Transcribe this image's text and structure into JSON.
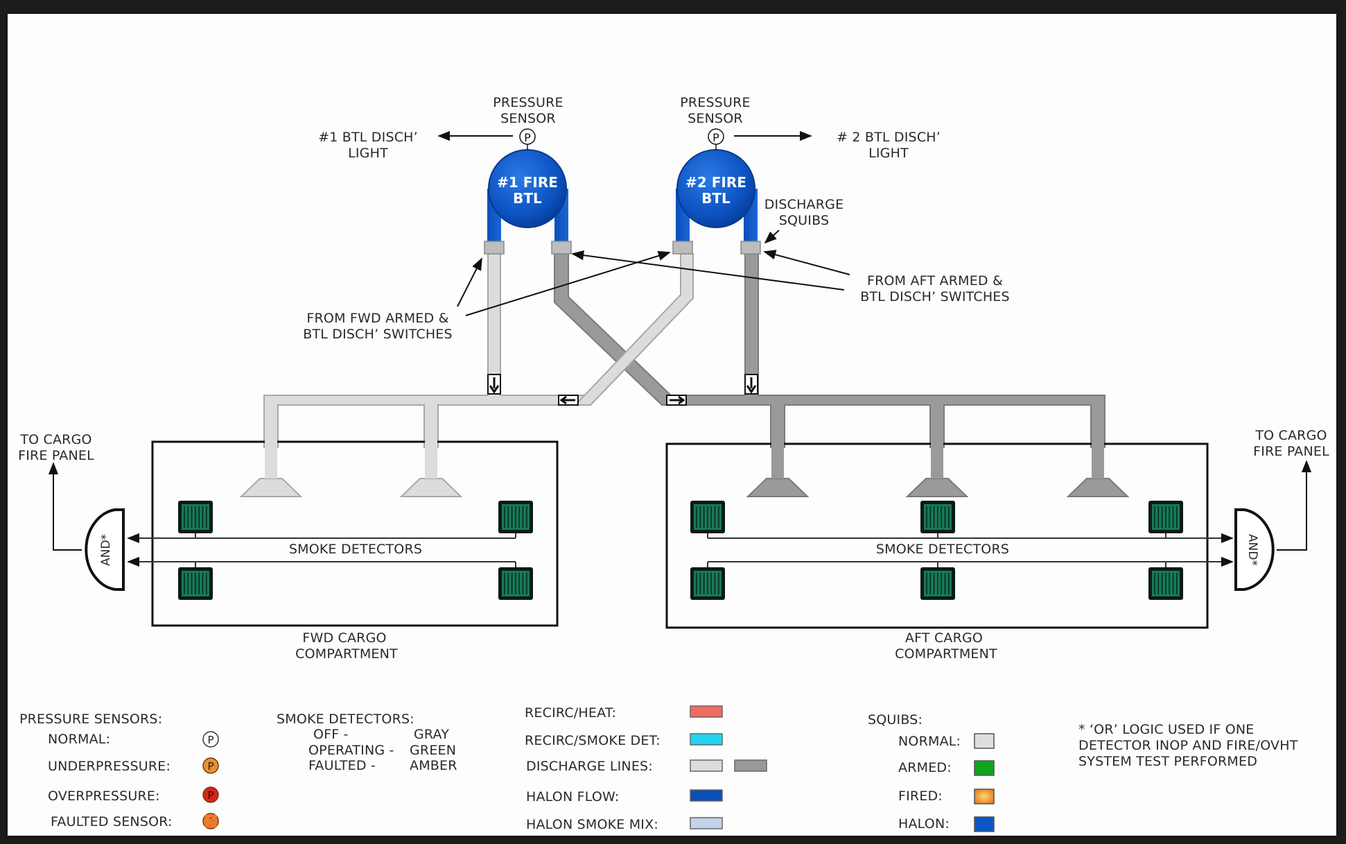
{
  "diagram": {
    "bottles": [
      {
        "line1": "#1 FIRE",
        "line2": "BTL"
      },
      {
        "line1": "#2 FIRE",
        "line2": "BTL"
      }
    ],
    "pressure_sensor_labels": [
      {
        "line1": "PRESSURE",
        "line2": "SENSOR"
      },
      {
        "line1": "PRESSURE",
        "line2": "SENSOR"
      }
    ],
    "sensor_symbol": "P",
    "disch_lights": [
      {
        "line1": "#1 BTL DISCH’",
        "line2": "LIGHT"
      },
      {
        "line1": "# 2  BTL DISCH’",
        "line2": "LIGHT"
      }
    ],
    "discharge_squibs": {
      "line1": "DISCHARGE",
      "line2": "SQUIBS"
    },
    "from_fwd": {
      "line1": "FROM FWD ARMED &",
      "line2": "BTL DISCH’ SWITCHES"
    },
    "from_aft": {
      "line1": "FROM AFT ARMED &",
      "line2": "BTL DISCH’ SWITCHES"
    },
    "to_cargo_left": {
      "line1": "TO CARGO",
      "line2": "FIRE PANEL"
    },
    "to_cargo_right": {
      "line1": "TO CARGO",
      "line2": "FIRE PANEL"
    },
    "and_gate_label": "AND*",
    "smoke_detectors_label": "SMOKE DETECTORS",
    "fwd_compartment": {
      "line1": "FWD CARGO",
      "line2": "COMPARTMENT"
    },
    "aft_compartment": {
      "line1": "AFT CARGO",
      "line2": "COMPARTMENT"
    }
  },
  "legend": {
    "pressure_sensors": {
      "title": "PRESSURE SENSORS:",
      "items": [
        {
          "label": "NORMAL:",
          "state": "normal",
          "color": "#ffffff"
        },
        {
          "label": "UNDERPRESSURE:",
          "state": "underpressure",
          "color": "#e8922e"
        },
        {
          "label": "OVERPRESSURE:",
          "state": "overpressure",
          "color": "#d8231b"
        },
        {
          "label": "FAULTED SENSOR:",
          "state": "faulted",
          "color": "#f07a2a"
        }
      ]
    },
    "smoke_detectors": {
      "title": "SMOKE DETECTORS:",
      "items": [
        {
          "state": "OFF -",
          "color_name": "GRAY"
        },
        {
          "state": "OPERATING -",
          "color_name": "GREEN"
        },
        {
          "state": "FAULTED -",
          "color_name": "AMBER"
        }
      ]
    },
    "lines": [
      {
        "label": "RECIRC/HEAT:",
        "colors": [
          "#f36a60"
        ]
      },
      {
        "label": "RECIRC/SMOKE DET:",
        "colors": [
          "#22d4f2"
        ]
      },
      {
        "label": "DISCHARGE LINES:",
        "colors": [
          "#dcdcdc",
          "#999999"
        ]
      },
      {
        "label": "HALON FLOW:",
        "colors": [
          "#0a4fb8"
        ]
      },
      {
        "label": "HALON SMOKE MIX:",
        "colors": [
          "#c3d3e8"
        ]
      }
    ],
    "squibs": {
      "title": "SQUIBS:",
      "items": [
        {
          "label": "NORMAL:",
          "color": "#dedede"
        },
        {
          "label": "ARMED:",
          "color": "#0fa51c"
        },
        {
          "label": "FIRED:",
          "color": "#f5b04a"
        },
        {
          "label": "HALON:",
          "color": "#0d56c4"
        }
      ]
    },
    "note": {
      "line1": "* ‘OR’ LOGIC USED IF ONE",
      "line2": "DETECTOR INOP AND FIRE/OVHT",
      "line3": "SYSTEM TEST PERFORMED"
    }
  },
  "colors": {
    "halon_blue": "#0d56c4",
    "discharge_light": "#dcdcdc",
    "discharge_dark": "#999999",
    "squib_normal": "#bdbdbd",
    "detector_green": "#147a5a",
    "detector_frame": "#0b1a14"
  }
}
